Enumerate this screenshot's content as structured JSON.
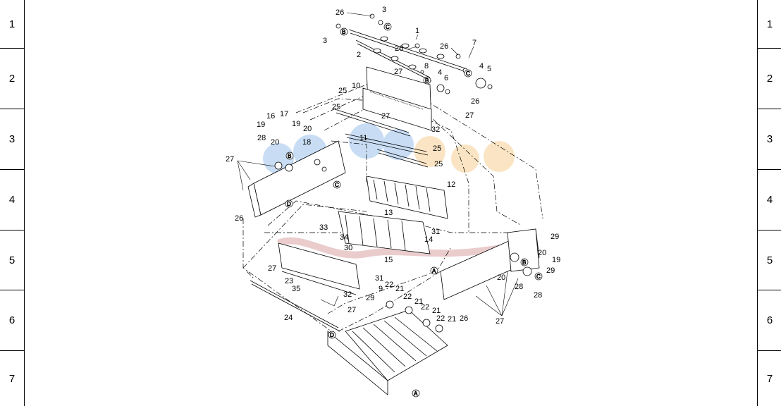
{
  "row_numbers": [
    "1",
    "2",
    "3",
    "4",
    "5",
    "6",
    "7"
  ],
  "part_labels": [
    {
      "id": "p26a",
      "text": "26"
    },
    {
      "id": "p3a",
      "text": "3"
    },
    {
      "id": "p3b",
      "text": "3"
    },
    {
      "id": "p1",
      "text": "1"
    },
    {
      "id": "p2",
      "text": "2"
    },
    {
      "id": "p26b",
      "text": "26"
    },
    {
      "id": "p26c",
      "text": "26"
    },
    {
      "id": "p7",
      "text": "7"
    },
    {
      "id": "p8",
      "text": "8"
    },
    {
      "id": "p27a",
      "text": "27"
    },
    {
      "id": "p4a",
      "text": "4"
    },
    {
      "id": "p4b",
      "text": "4"
    },
    {
      "id": "p5",
      "text": "5"
    },
    {
      "id": "p6",
      "text": "6"
    },
    {
      "id": "p26d",
      "text": "26"
    },
    {
      "id": "p10",
      "text": "10"
    },
    {
      "id": "p25a",
      "text": "25"
    },
    {
      "id": "p25b",
      "text": "25"
    },
    {
      "id": "p27b",
      "text": "27"
    },
    {
      "id": "p27c",
      "text": "27"
    },
    {
      "id": "p32a",
      "text": "32"
    },
    {
      "id": "p16",
      "text": "16"
    },
    {
      "id": "p17",
      "text": "17"
    },
    {
      "id": "p19a",
      "text": "19"
    },
    {
      "id": "p19b",
      "text": "19"
    },
    {
      "id": "p20a",
      "text": "20"
    },
    {
      "id": "p18",
      "text": "18"
    },
    {
      "id": "p28a",
      "text": "28"
    },
    {
      "id": "p20b",
      "text": "20"
    },
    {
      "id": "p11",
      "text": "11"
    },
    {
      "id": "p25c",
      "text": "25"
    },
    {
      "id": "p25d",
      "text": "25"
    },
    {
      "id": "p27d",
      "text": "27"
    },
    {
      "id": "p12",
      "text": "12"
    },
    {
      "id": "p26e",
      "text": "26"
    },
    {
      "id": "p13",
      "text": "13"
    },
    {
      "id": "p31a",
      "text": "31"
    },
    {
      "id": "p14",
      "text": "14"
    },
    {
      "id": "p33",
      "text": "33"
    },
    {
      "id": "p34",
      "text": "34"
    },
    {
      "id": "p30",
      "text": "30"
    },
    {
      "id": "p15",
      "text": "15"
    },
    {
      "id": "p31b",
      "text": "31"
    },
    {
      "id": "p27e",
      "text": "27"
    },
    {
      "id": "p23",
      "text": "23"
    },
    {
      "id": "p35",
      "text": "35"
    },
    {
      "id": "p32b",
      "text": "32"
    },
    {
      "id": "p27f",
      "text": "27"
    },
    {
      "id": "p29a",
      "text": "29"
    },
    {
      "id": "p22a",
      "text": "22"
    },
    {
      "id": "p9",
      "text": "9"
    },
    {
      "id": "p21a",
      "text": "21"
    },
    {
      "id": "p22b",
      "text": "22"
    },
    {
      "id": "p22c",
      "text": "22"
    },
    {
      "id": "p21b",
      "text": "21"
    },
    {
      "id": "p22d",
      "text": "22"
    },
    {
      "id": "p21c",
      "text": "21"
    },
    {
      "id": "p21d",
      "text": "21"
    },
    {
      "id": "p26f",
      "text": "26"
    },
    {
      "id": "p24",
      "text": "24"
    },
    {
      "id": "p29b",
      "text": "29"
    },
    {
      "id": "p20c",
      "text": "20"
    },
    {
      "id": "p19c",
      "text": "19"
    },
    {
      "id": "p29c",
      "text": "29"
    },
    {
      "id": "p20d",
      "text": "20"
    },
    {
      "id": "p28b",
      "text": "28"
    },
    {
      "id": "p28c",
      "text": "28"
    },
    {
      "id": "p27g",
      "text": "27"
    }
  ],
  "reference_markers": [
    {
      "id": "mB1",
      "text": "B"
    },
    {
      "id": "mC1",
      "text": "C"
    },
    {
      "id": "mB2",
      "text": "B"
    },
    {
      "id": "mC2",
      "text": "C"
    },
    {
      "id": "mB3",
      "text": "B"
    },
    {
      "id": "mC3",
      "text": "C"
    },
    {
      "id": "mD1",
      "text": "D"
    },
    {
      "id": "mA1",
      "text": "A"
    },
    {
      "id": "mB4",
      "text": "B"
    },
    {
      "id": "mC4",
      "text": "C"
    },
    {
      "id": "mD2",
      "text": "D"
    },
    {
      "id": "mA2",
      "text": "A"
    }
  ],
  "colors": {
    "line": "#000000",
    "background": "#ffffff",
    "watermark_blue": "#9cc3ec",
    "watermark_orange": "#f6cf93",
    "watermark_red": "#d9a3a3"
  }
}
